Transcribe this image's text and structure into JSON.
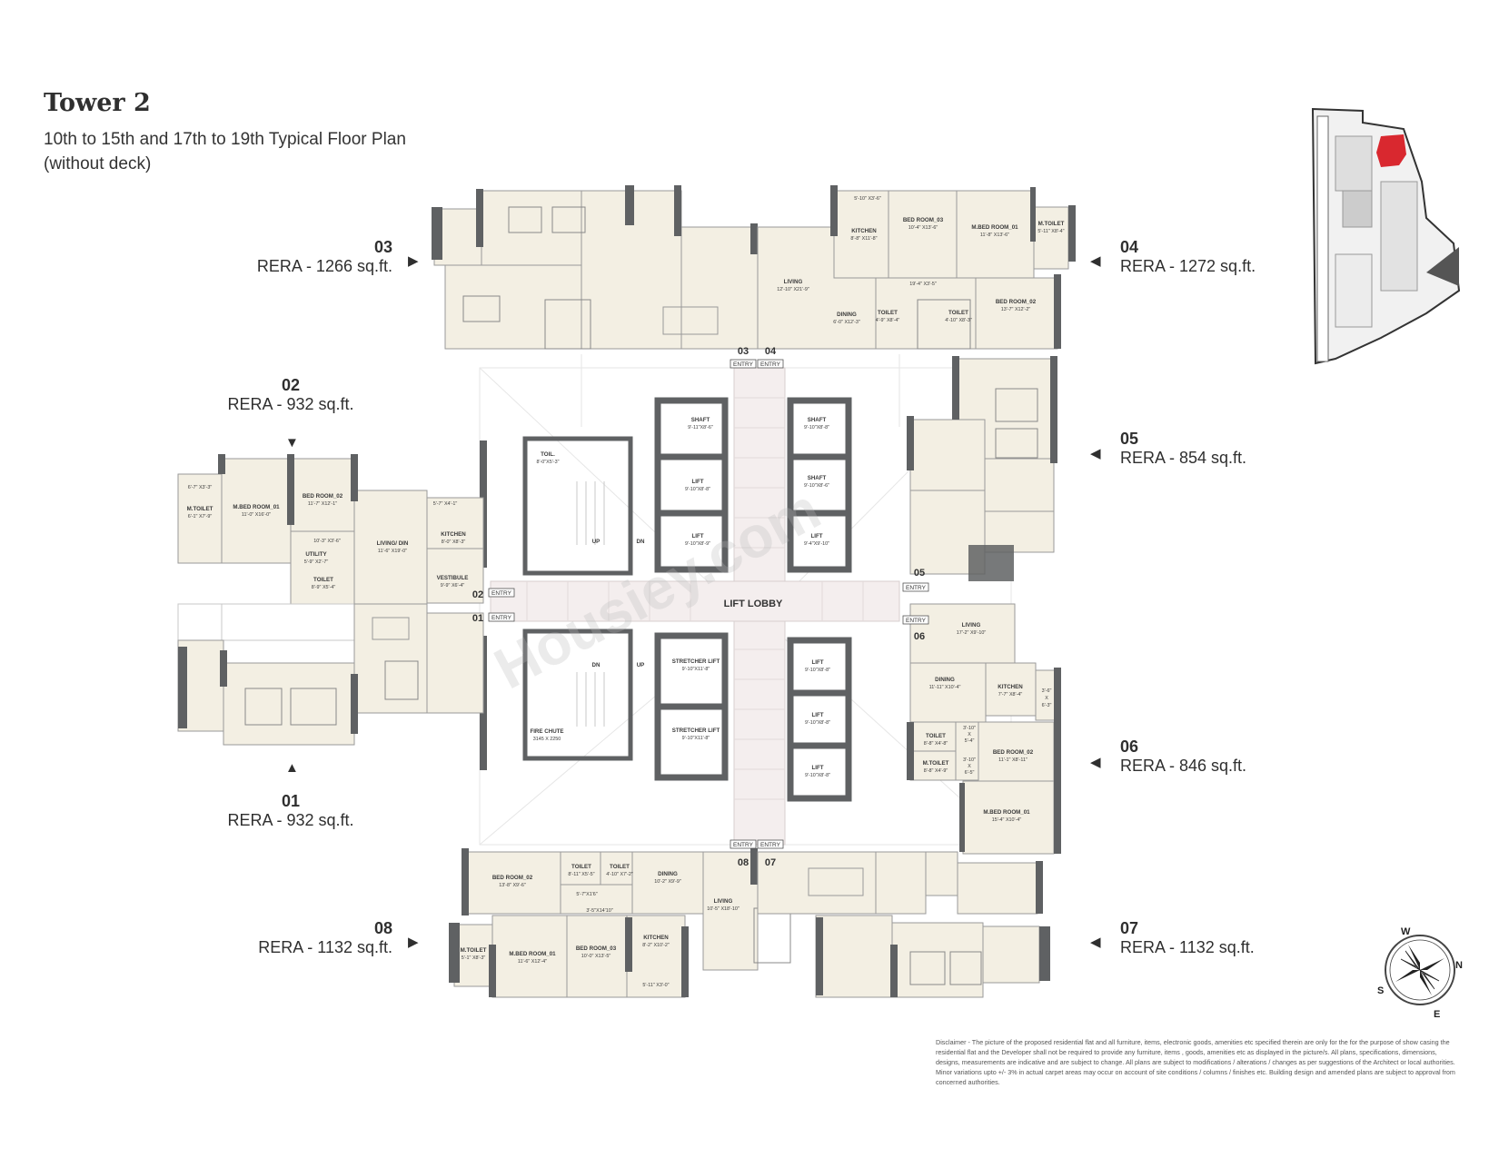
{
  "header": {
    "title": "Tower 2",
    "subtitle_line1": "10th to 15th and 17th to 19th Typical Floor Plan",
    "subtitle_line2": "(without deck)"
  },
  "units": [
    {
      "no": "03",
      "rera": "RERA - 1266 sq.ft."
    },
    {
      "no": "04",
      "rera": "RERA - 1272 sq.ft."
    },
    {
      "no": "02",
      "rera": "RERA - 932 sq.ft."
    },
    {
      "no": "05",
      "rera": "RERA - 854 sq.ft."
    },
    {
      "no": "06",
      "rera": "RERA - 846 sq.ft."
    },
    {
      "no": "01",
      "rera": "RERA - 932 sq.ft."
    },
    {
      "no": "08",
      "rera": "RERA - 1132 sq.ft."
    },
    {
      "no": "07",
      "rera": "RERA - 1132 sq.ft."
    }
  ],
  "arrows": {
    "right": "▶",
    "left": "◀",
    "down": "▼",
    "up": "▲"
  },
  "core": {
    "lift_lobby": "LIFT LOBBY",
    "entry": "ENTRY",
    "up": "UP",
    "dn": "DN",
    "shaft_l": {
      "label": "SHAFT",
      "dim": "9'-11\"X8'-6\""
    },
    "shaft_r1": {
      "label": "SHAFT",
      "dim": "9'-10\"X8'-8\""
    },
    "shaft_r2": {
      "label": "SHAFT",
      "dim": "9'-10\"X8'-6\""
    },
    "lift_1": {
      "label": "LIFT",
      "dim": "9'-10\"X8'-8\""
    },
    "lift_2": {
      "label": "LIFT",
      "dim": "9'-10\"X8'-9\""
    },
    "lift_3": {
      "label": "LIFT",
      "dim": "9'-4\"X9'-10\""
    },
    "stretcher_1": {
      "label": "STRETCHER LIFT",
      "dim": "9'-10\"X11'-8\""
    },
    "stretcher_2": {
      "label": "STRETCHER LIFT",
      "dim": "9'-10\"X11'-8\""
    },
    "lift_4": {
      "label": "LIFT",
      "dim": "9'-10\"X8'-8\""
    },
    "lift_5": {
      "label": "LIFT",
      "dim": "9'-10\"X8'-8\""
    },
    "lift_6": {
      "label": "LIFT",
      "dim": "9'-10\"X8'-8\""
    },
    "toil": {
      "label": "TOIL.",
      "dim": "8'-0\"X5'-3\""
    },
    "fire_chute": {
      "label": "FIRE CHUTE",
      "dim": "3145 X 2250"
    }
  },
  "rooms": {
    "u04": {
      "dim_top": "5'-10\" X3'-6\"",
      "kitchen": {
        "label": "KITCHEN",
        "dim": "8'-8\" X11'-8\""
      },
      "bed03": {
        "label": "BED ROOM_03",
        "dim": "10'-4\" X13'-6\""
      },
      "mbed01": {
        "label": "M.BED ROOM_01",
        "dim": "11'-8\" X13'-6\""
      },
      "mtoilet": {
        "label": "M.TOILET",
        "dim": "5'-11\" X8'-4\""
      },
      "living": {
        "label": "LIVING",
        "dim": "12'-10\" X21'-9\""
      },
      "passage": "19'-4\" X3'-5\"",
      "dining": {
        "label": "DINING",
        "dim": "6'-0\" X12'-3\""
      },
      "toilet1": {
        "label": "TOILET",
        "dim": "4'-9\" X8'-4\""
      },
      "toilet2": {
        "label": "TOILET",
        "dim": "4'-10\" X8'-3\""
      },
      "bed02": {
        "label": "BED ROOM_02",
        "dim": "13'-7\" X12'-2\""
      }
    },
    "u02": {
      "small": "6'-7\" X3'-3\"",
      "mtoilet": {
        "label": "M.TOILET",
        "dim": "6'-1\" X7'-9\""
      },
      "mbed01": {
        "label": "M.BED ROOM_01",
        "dim": "11'-0\" X16'-0\""
      },
      "bed02": {
        "label": "BED ROOM_02",
        "dim": "11'-7\" X12'-1\""
      },
      "small2": "5'-7\" X4'-1\"",
      "kitchen": {
        "label": "KITCHEN",
        "dim": "8'-0\" X8'-3\""
      },
      "passage": "10'-3\" X3'-6\"",
      "utility": {
        "label": "UTILITY",
        "dim": "5'-9\" X2'-7\""
      },
      "living": {
        "label": "LIVING/ DIN",
        "dim": "11'-6\" X19'-0\""
      },
      "toilet": {
        "label": "TOILET",
        "dim": "8'-9\" X5'-4\""
      },
      "vestibule": {
        "label": "VESTIBULE",
        "dim": "9'-9\" X6'-4\""
      }
    },
    "u06": {
      "living": {
        "label": "LIVING",
        "dim": "17'-2\" X9'-10\""
      },
      "dining": {
        "label": "DINING",
        "dim": "11'-11\" X10'-4\""
      },
      "kitchen": {
        "label": "KITCHEN",
        "dim": "7'-7\" X8'-4\""
      },
      "small1a": "3'-6\"",
      "small1b": "X",
      "small1c": "6'-3\"",
      "small2a": "3'-10\"",
      "small2b": "X",
      "small2c": "5'-4\"",
      "toilet": {
        "label": "TOILET",
        "dim": "8'-8\" X4'-8\""
      },
      "bed02": {
        "label": "BED ROOM_02",
        "dim": "11'-1\" X8'-11\""
      },
      "mtoilet": {
        "label": "M.TOILET",
        "dim": "8'-8\" X4'-9\""
      },
      "small3a": "3'-10\"",
      "small3b": "X",
      "small3c": "6'-5\"",
      "mbed01": {
        "label": "M.BED ROOM_01",
        "dim": "15'-4\" X10'-4\""
      }
    },
    "u08": {
      "bed02": {
        "label": "BED ROOM_02",
        "dim": "13'-8\" X9'-6\""
      },
      "toilet1": {
        "label": "TOILET",
        "dim": "8'-11\" X5'-5\""
      },
      "toilet2": {
        "label": "TOILET",
        "dim": "4'-10\" X7'-2\""
      },
      "dining": {
        "label": "DINING",
        "dim": "10'-2\" X9'-9\""
      },
      "small": "5'-7\"X1'6\"",
      "passage": "3'-5\"X14'10\"",
      "living": {
        "label": "LIVING",
        "dim": "10'-5\" X18'-10\""
      },
      "mtoilet": {
        "label": "M.TOILET",
        "dim": "5'-1\" X8'-3\""
      },
      "mbed01": {
        "label": "M.BED ROOM_01",
        "dim": "11'-6\" X12'-4\""
      },
      "bed03": {
        "label": "BED ROOM_03",
        "dim": "10'-0\" X13'-5\""
      },
      "kitchen": {
        "label": "KITCHEN",
        "dim": "8'-2\" X10'-2\""
      },
      "bottom": "5'-11\" X3'-0\""
    }
  },
  "compass": {
    "w": "W",
    "n": "N",
    "s": "S",
    "e": "E"
  },
  "watermark": "Housiey.com",
  "disclaimer": "Disclaimer - The picture of the proposed residential flat and all furniture, items, electronic goods, amenities etc specified therein are only for the for the purpose of show casing the residential flat and the Developer shall not be required to provide any furniture, items , goods, amenities etc as displayed in the picture/s. All plans, specifications, dimensions, designs, measurements are indicative and are subject to change. All plans are subject to modifications / alterations / changes as per suggestions of the Architect or local authorities. Minor variations upto +/- 3% in actual carpet areas may occur on account of site conditions / columns / finishes etc. Building design and amended plans are subject to approval from concerned authorities.",
  "colors": {
    "room": "#f3efe3",
    "wall": "#5f6163",
    "lobby": "#f4eeee",
    "accent": "#d9282f"
  }
}
